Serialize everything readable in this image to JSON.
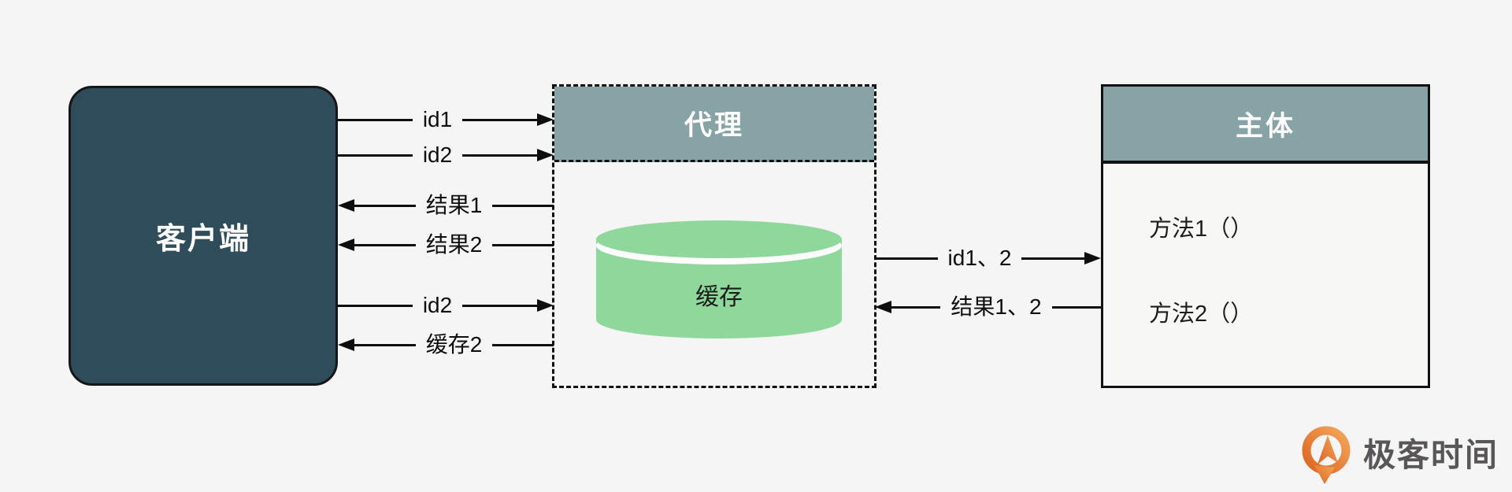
{
  "diagram": {
    "title_hint": "proxy-cache pattern diagram"
  },
  "client": {
    "label": "客户端"
  },
  "proxy": {
    "title": "代理",
    "cache": {
      "label": "缓存"
    }
  },
  "subject": {
    "title": "主体",
    "methods": [
      "方法1（）",
      "方法2（）"
    ]
  },
  "arrows_client_proxy": [
    {
      "label": "id1",
      "direction": "right"
    },
    {
      "label": "id2",
      "direction": "right"
    },
    {
      "label": "结果1",
      "direction": "left"
    },
    {
      "label": "结果2",
      "direction": "left"
    },
    {
      "label": "id2",
      "direction": "right"
    },
    {
      "label": "缓存2",
      "direction": "left"
    }
  ],
  "arrows_proxy_subject": [
    {
      "label": "id1、2",
      "direction": "right"
    },
    {
      "label": "结果1、2",
      "direction": "left"
    }
  ],
  "logo": {
    "text": "极客时间"
  },
  "colors": {
    "background": "#f4f5f4",
    "client_fill": "#2f4c5b",
    "header_teal": "#88a3a5",
    "cache_green": "#8fd89b",
    "line_black": "#0e0e0e",
    "logo_orange_light": "#f2a55c",
    "logo_orange_dark": "#dd6420",
    "logo_text_gray": "#585656"
  }
}
